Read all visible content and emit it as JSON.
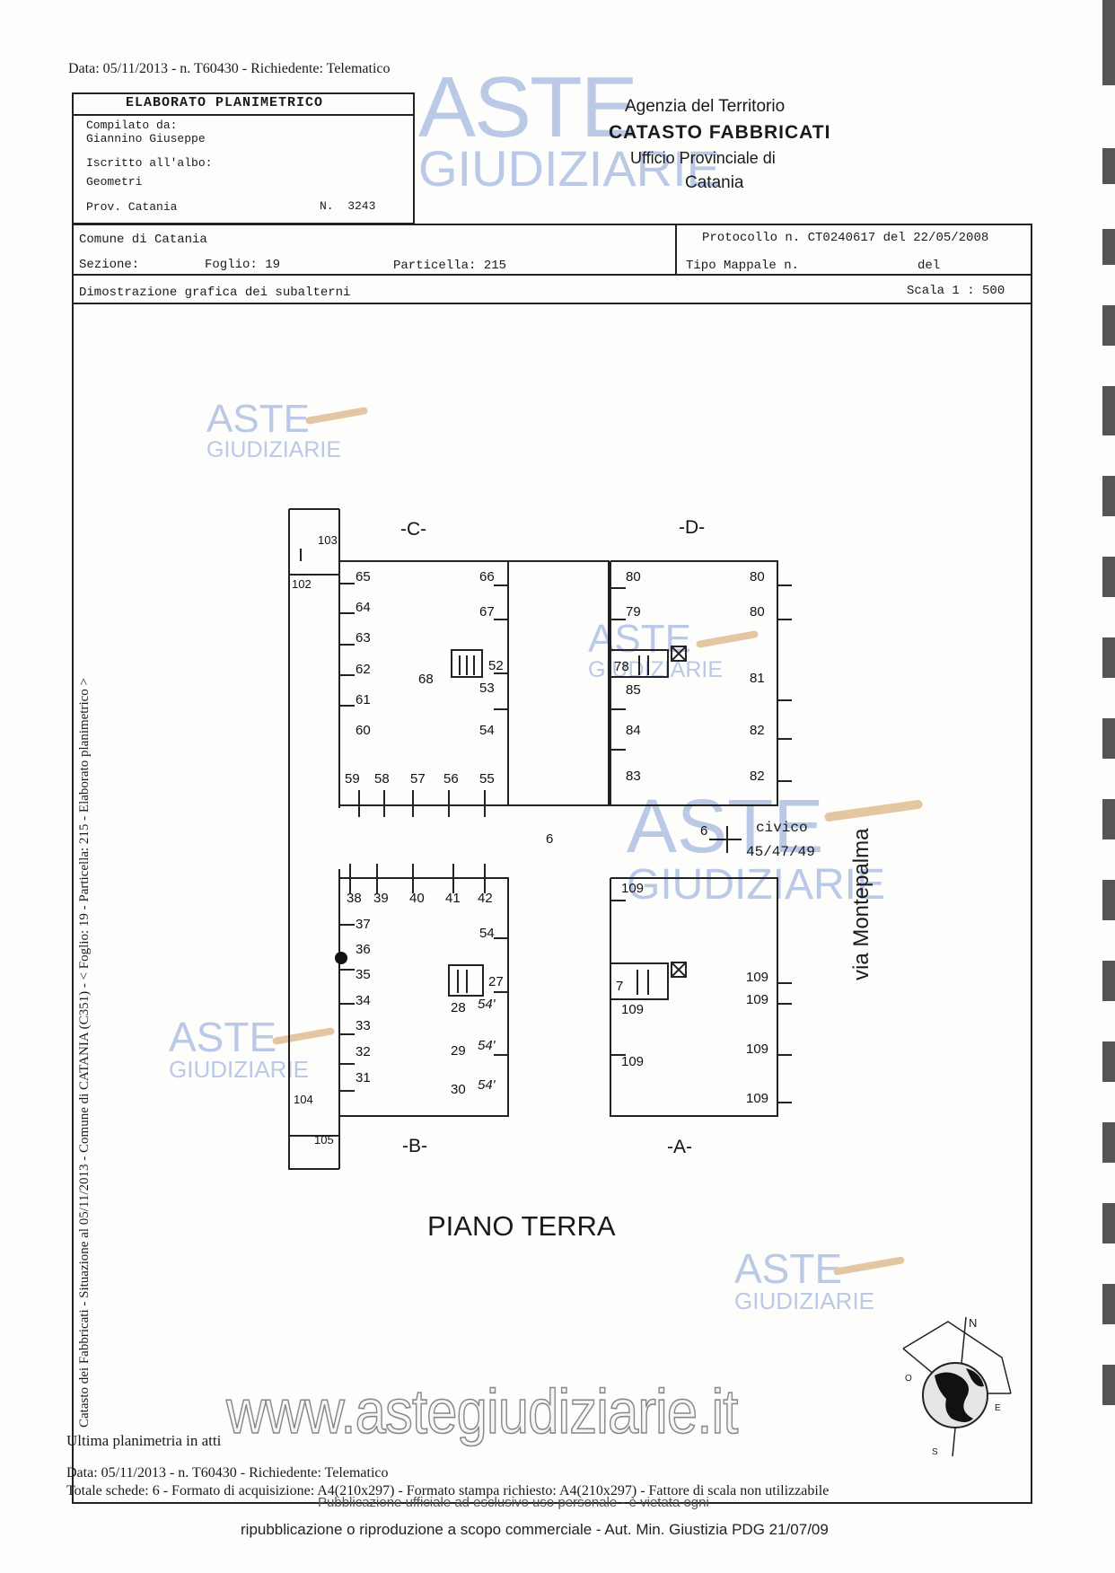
{
  "header_top": "Data: 05/11/2013 - n. T60430 - Richiedente: Telematico",
  "elaborato": {
    "title": "ELABORATO PLANIMETRICO",
    "compilato_label": "Compilato da:",
    "compilato_name": "Giannino Giuseppe",
    "iscritto_label": "Iscritto all'albo:",
    "albo": "Geometri",
    "prov": "Prov. Catania",
    "numero": "N.  3243"
  },
  "agency": {
    "line1": "Agenzia del Territorio",
    "line2": "CATASTO FABBRICATI",
    "line3": "Ufficio Provinciale di",
    "line4": "Catania"
  },
  "info": {
    "comune": "Comune di Catania",
    "protocollo": "Protocollo n. CT0240617 del 22/05/2008",
    "sezione": "Sezione:",
    "foglio": "Foglio: 19",
    "particella": "Particella: 215",
    "tipo_mappale": "Tipo Mappale n.",
    "del": "del",
    "dimostrazione": "Dimostrazione grafica dei subalterni",
    "scala": "Scala 1 : 500"
  },
  "side_text": "Catasto dei Fabbricati - Situazione al 05/11/2013 - Comune di CATANIA (C351) - < Foglio: 19 - Particella: 215 - Elaborato planimetrico >",
  "plan": {
    "label_c": "-C-",
    "label_d": "-D-",
    "label_b": "-B-",
    "label_a": "-A-",
    "c_left": [
      "65",
      "64",
      "63",
      "62",
      "61",
      "60"
    ],
    "c_right": [
      "66",
      "67",
      "52",
      "53",
      "54"
    ],
    "c_mid": "68",
    "c_bottom": [
      "59",
      "58",
      "57",
      "56",
      "55"
    ],
    "strip_top": [
      "103",
      "102"
    ],
    "d_left": [
      "80",
      "79",
      "78",
      "85",
      "84",
      "83"
    ],
    "d_right": [
      "80",
      "80",
      "81",
      "82",
      "82"
    ],
    "courtyard": "6",
    "courtyard2": "6",
    "civico": "civico",
    "civico_num": "45/47/49",
    "street": "via Montepalma",
    "b_top": [
      "38",
      "39",
      "40",
      "41",
      "42"
    ],
    "b_left": [
      "37",
      "36",
      "35",
      "34",
      "33",
      "32",
      "31"
    ],
    "b_right": [
      "54",
      "27",
      "28",
      "54'",
      "29",
      "54'",
      "30",
      "54'"
    ],
    "strip_bottom": [
      "104",
      "105"
    ],
    "a_left": [
      "109",
      "7",
      "109",
      "109"
    ],
    "a_right": [
      "109",
      "109",
      "109",
      "109"
    ],
    "title": "PIANO TERRA"
  },
  "compass": {
    "n": "N",
    "o": "O",
    "e": "E",
    "s": "S"
  },
  "watermark": {
    "brand_big": "ASTE",
    "brand_small": "GIUDIZIARIE",
    "site": "www.astegiudiziarie.it"
  },
  "footer": {
    "ultima": "Ultima planimetria in atti",
    "data": "Data: 05/11/2013 - n. T60430 - Richiedente: Telematico",
    "totale": "Totale schede: 6 - Formato di acquisizione: A4(210x297) - Formato stampa richiesto: A4(210x297) - Fattore di scala non utilizzabile",
    "pub1": "Pubblicazione ufficiale ad esclusivo uso personale - è vietata ogni",
    "pub2": "ripubblicazione o riproduzione a scopo commerciale - Aut. Min. Giustizia PDG 21/07/09"
  },
  "colors": {
    "watermark": "#b9c9e6",
    "gavel": "#d9b48a",
    "ink": "#1a1a1a"
  }
}
